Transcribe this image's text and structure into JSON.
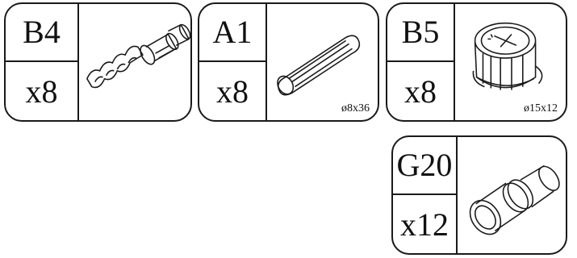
{
  "parts": [
    {
      "code": "B4",
      "qty": "x8",
      "dim": "",
      "icon": "cam-bolt-icon"
    },
    {
      "code": "A1",
      "qty": "x8",
      "dim": "ø8x36",
      "icon": "wood-dowel-icon"
    },
    {
      "code": "B5",
      "qty": "x8",
      "dim": "ø15x12",
      "icon": "cam-lock-nut-icon"
    },
    {
      "code": "G20",
      "qty": "x12",
      "dim": "",
      "icon": "plastic-sleeve-icon"
    }
  ]
}
